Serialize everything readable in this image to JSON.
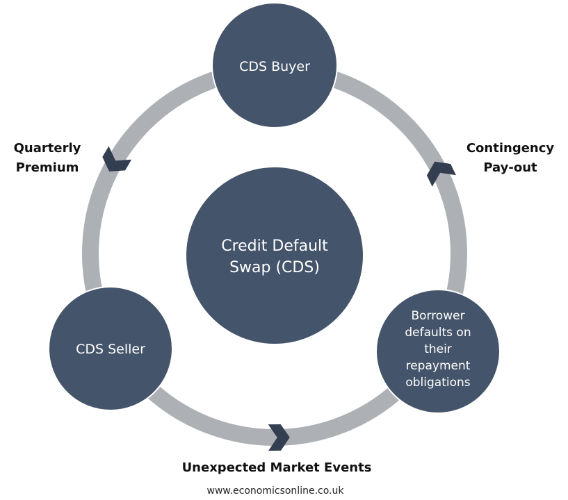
{
  "colors": {
    "ring": "#ADB0B5",
    "node_fill": "#44546A",
    "node_stroke": "#FFFFFF",
    "arrow": "#333F50",
    "node_text": "#FFFFFF",
    "label_text": "#111111"
  },
  "center_node": {
    "lines": [
      "Credit Default",
      "Swap (CDS)"
    ]
  },
  "nodes": [
    {
      "id": "cds-buyer",
      "lines": [
        "CDS Buyer"
      ]
    },
    {
      "id": "cds-seller",
      "lines": [
        "CDS Seller"
      ]
    },
    {
      "id": "borrower-defaults",
      "lines": [
        "Borrower",
        "defaults on",
        "their",
        "repayment",
        "obligations"
      ]
    }
  ],
  "flow_labels": [
    {
      "id": "quarterly-premium",
      "lines": [
        "Quarterly",
        "Premium"
      ],
      "from": "cds-buyer",
      "to": "cds-seller"
    },
    {
      "id": "unexpected-market-events",
      "lines": [
        "Unexpected Market Events"
      ],
      "from": "cds-seller",
      "to": "borrower-defaults"
    },
    {
      "id": "contingency-payout",
      "lines": [
        "Contingency",
        "Pay-out"
      ],
      "from": "borrower-defaults",
      "to": "cds-buyer"
    }
  ],
  "flow_direction": "counterclockwise",
  "footer": {
    "source": "www.economicsonline.co.uk"
  }
}
